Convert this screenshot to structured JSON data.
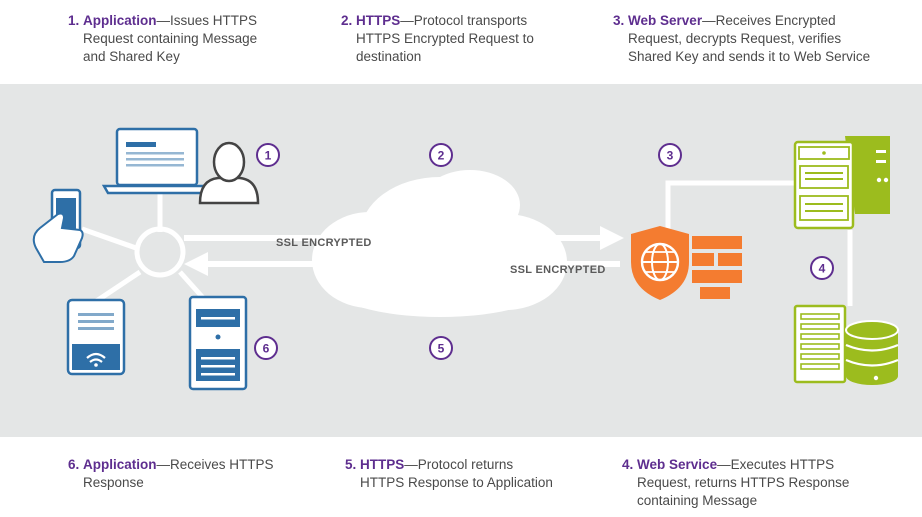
{
  "steps": {
    "s1": {
      "num": "1.",
      "name": "Application",
      "text": "—Issues HTTPS",
      "line2": "Request containing Message",
      "line3": "and Shared Key"
    },
    "s2": {
      "num": "2.",
      "name": "HTTPS",
      "text": "—Protocol transports",
      "line2": "HTTPS Encrypted Request to",
      "line3": "destination"
    },
    "s3": {
      "num": "3.",
      "name": "Web Server",
      "text": "—Receives Encrypted",
      "line2": "Request, decrypts Request, verifies",
      "line3": "Shared Key and sends it to Web Service"
    },
    "s4": {
      "num": "4.",
      "name": "Web Service",
      "text": "—Executes HTTPS",
      "line2": "Request, returns HTTPS Response",
      "line3": "containing Message"
    },
    "s5": {
      "num": "5.",
      "name": "HTTPS",
      "text": "—Protocol returns",
      "line2": "HTTPS Response to Application"
    },
    "s6": {
      "num": "6.",
      "name": "Application",
      "text": "—Receives HTTPS",
      "line2": "Response"
    }
  },
  "markers": {
    "m1": "1",
    "m2": "2",
    "m3": "3",
    "m4": "4",
    "m5": "5",
    "m6": "6"
  },
  "labels": {
    "ssl_top": "SSL ENCRYPTED",
    "ssl_bottom": "SSL ENCRYPTED"
  },
  "colors": {
    "purple": "#5e2e8f",
    "blue": "#2e6fa7",
    "orange": "#f47c30",
    "green": "#9cbc1e",
    "band": "#e4e6e6"
  },
  "icons": [
    "laptop-icon",
    "user-icon",
    "smartphone-icon",
    "tablet-icon",
    "desktop-tower-icon",
    "hub-icon",
    "cloud-icon",
    "firewall-icon",
    "web-server-icon",
    "database-server-icon"
  ]
}
